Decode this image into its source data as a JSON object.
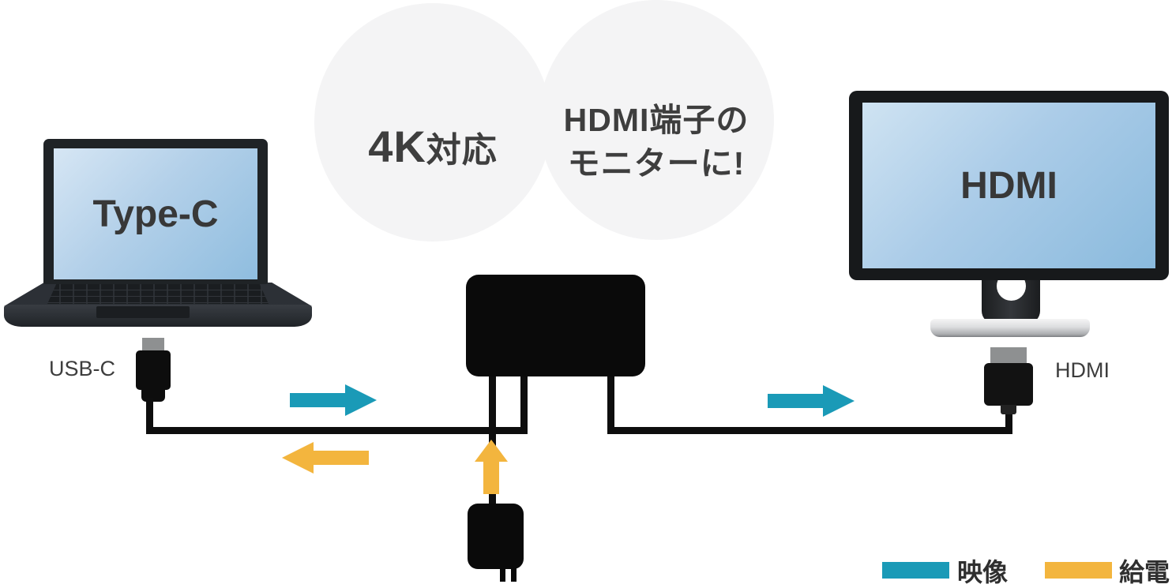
{
  "bubbles": {
    "feature": {
      "big": "4K",
      "small": "対応"
    },
    "target": {
      "line1": "HDMI端子の",
      "line2": "モニターに!"
    }
  },
  "laptop": {
    "screen_label": "Type-C",
    "connector_label": "USB-C"
  },
  "monitor": {
    "screen_label": "HDMI",
    "connector_label": "HDMI"
  },
  "legend": {
    "video": {
      "label": "映像",
      "color": "#1a9ab7"
    },
    "power": {
      "label": "給電",
      "color": "#f3b53e"
    }
  },
  "colors": {
    "video_arrow": "#1a9ab7",
    "power_arrow": "#f3b53e",
    "cable": "#0e0e0e",
    "bubble_background": "#f4f4f5",
    "screen_blue_light": "#cfe3f2",
    "screen_blue_dark": "#8abadd",
    "label_text": "#3d3d3d"
  }
}
